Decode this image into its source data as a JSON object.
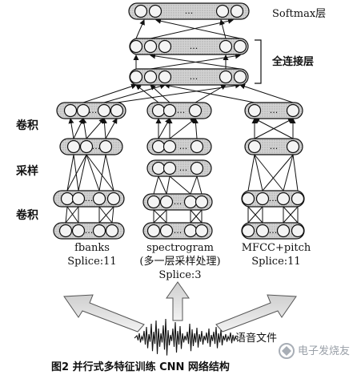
{
  "labels": {
    "softmax": "Softmax层",
    "fully_connected": "全连接层",
    "conv1": "卷积",
    "pool": "采样",
    "conv2": "卷积",
    "speech_file": "语音文件",
    "ellipsis": "..."
  },
  "features": [
    {
      "name": "fbanks",
      "note": "Splice:11"
    },
    {
      "name": "spectrogram",
      "note": "(多一层采样处理)",
      "note2": "Splice:3"
    },
    {
      "name": "MFCC+pitch",
      "note": "Splice:11"
    }
  ],
  "caption": "图2   并行式多特征训练 CNN 网络结构",
  "watermark": "电子发烧友"
}
